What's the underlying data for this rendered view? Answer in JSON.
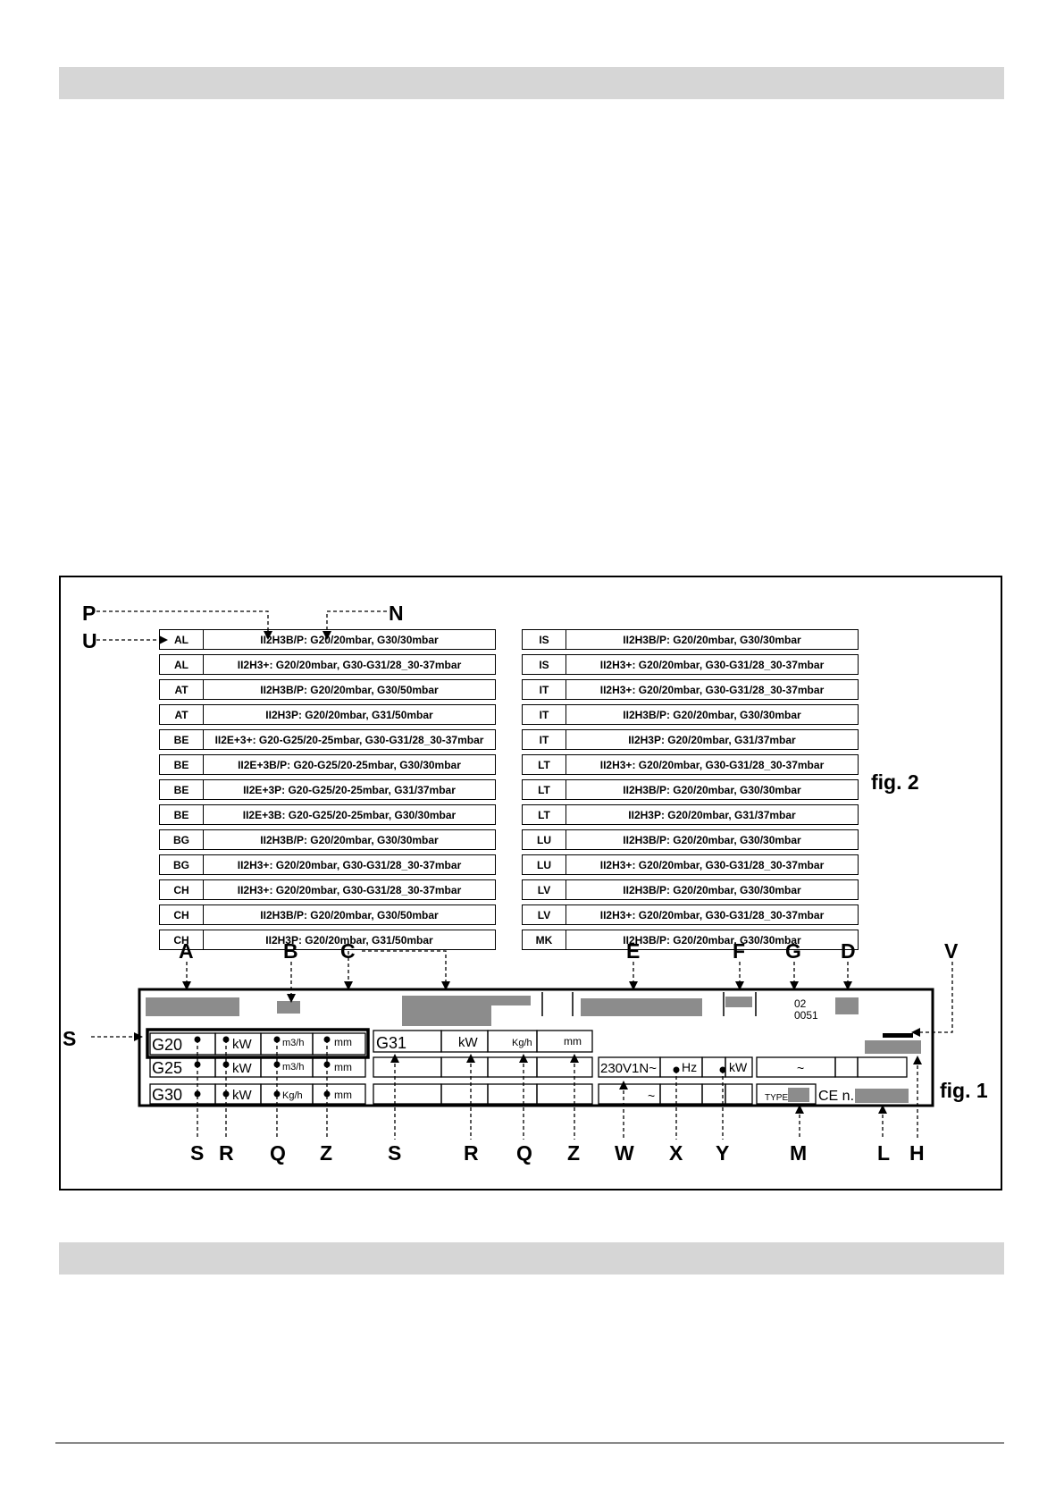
{
  "figure2": {
    "label": "fig. 2",
    "callouts": {
      "P": "P",
      "N": "N",
      "U": "U"
    },
    "left_rows": [
      {
        "code": "AL",
        "category": "II2H3B/P: G20/20mbar, G30/30mbar"
      },
      {
        "code": "AL",
        "category": "II2H3+: G20/20mbar, G30-G31/28_30-37mbar"
      },
      {
        "code": "AT",
        "category": "II2H3B/P: G20/20mbar, G30/50mbar"
      },
      {
        "code": "AT",
        "category": "II2H3P:  G20/20mbar, G31/50mbar"
      },
      {
        "code": "BE",
        "category": "II2E+3+: G20-G25/20-25mbar, G30-G31/28_30-37mbar"
      },
      {
        "code": "BE",
        "category": "II2E+3B/P:  G20-G25/20-25mbar, G30/30mbar"
      },
      {
        "code": "BE",
        "category": "II2E+3P: G20-G25/20-25mbar, G31/37mbar"
      },
      {
        "code": "BE",
        "category": "II2E+3B: G20-G25/20-25mbar, G30/30mbar"
      },
      {
        "code": "BG",
        "category": "II2H3B/P: G20/20mbar, G30/30mbar"
      },
      {
        "code": "BG",
        "category": "II2H3+: G20/20mbar, G30-G31/28_30-37mbar"
      },
      {
        "code": "CH",
        "category": "II2H3+: G20/20mbar, G30-G31/28_30-37mbar"
      },
      {
        "code": "CH",
        "category": "II2H3B/P: G20/20mbar, G30/50mbar"
      },
      {
        "code": "CH",
        "category": "II2H3P: G20/20mbar, G31/50mbar"
      }
    ],
    "right_rows": [
      {
        "code": "IS",
        "category": "II2H3B/P: G20/20mbar, G30/30mbar"
      },
      {
        "code": "IS",
        "category": "II2H3+: G20/20mbar, G30-G31/28_30-37mbar"
      },
      {
        "code": "IT",
        "category": "II2H3+: G20/20mbar, G30-G31/28_30-37mbar"
      },
      {
        "code": "IT",
        "category": "II2H3B/P: G20/20mbar, G30/30mbar"
      },
      {
        "code": "IT",
        "category": "II2H3P: G20/20mbar, G31/37mbar"
      },
      {
        "code": "LT",
        "category": "II2H3+: G20/20mbar, G30-G31/28_30-37mbar"
      },
      {
        "code": "LT",
        "category": "II2H3B/P: G20/20mbar, G30/30mbar"
      },
      {
        "code": "LT",
        "category": "II2H3P: G20/20mbar, G31/37mbar"
      },
      {
        "code": "LU",
        "category": "II2H3B/P: G20/20mbar, G30/30mbar"
      },
      {
        "code": "LU",
        "category": "II2H3+: G20/20mbar, G30-G31/28_30-37mbar"
      },
      {
        "code": "LV",
        "category": "II2H3B/P: G20/20mbar, G30/30mbar"
      },
      {
        "code": "LV",
        "category": "II2H3+: G20/20mbar, G30-G31/28_30-37mbar"
      },
      {
        "code": "MK",
        "category": "II2H3B/P: G20/20mbar, G30/30mbar"
      }
    ]
  },
  "figure1": {
    "label": "fig. 1",
    "top_letters": [
      "A",
      "B",
      "C",
      "E",
      "F",
      "G",
      "D",
      "V"
    ],
    "side_letter": "S",
    "bottom_letters": [
      "S",
      "R",
      "Q",
      "Z",
      "S",
      "R",
      "Q",
      "Z",
      "W",
      "X",
      "Y",
      "M",
      "L",
      "H"
    ],
    "plate": {
      "gas_rows": [
        {
          "gas": "G20",
          "power_unit": "kW",
          "flow_unit": "m3/h",
          "pressure_unit": "mm"
        },
        {
          "gas": "G25",
          "power_unit": "kW",
          "flow_unit": "m3/h",
          "pressure_unit": "mm"
        },
        {
          "gas": "G30",
          "power_unit": "kW",
          "flow_unit": "Kg/h",
          "pressure_unit": "mm"
        }
      ],
      "g31": {
        "gas": "G31",
        "power_unit": "kW",
        "flow_unit": "Kg/h",
        "pressure_unit": "mm"
      },
      "voltage": "230V1N~",
      "frequency": "Hz",
      "elec_power_unit": "kW",
      "tilde": "~",
      "year_code": "02",
      "serial": "0051",
      "type_label": "TYPE",
      "ce_label": "CE n."
    }
  }
}
